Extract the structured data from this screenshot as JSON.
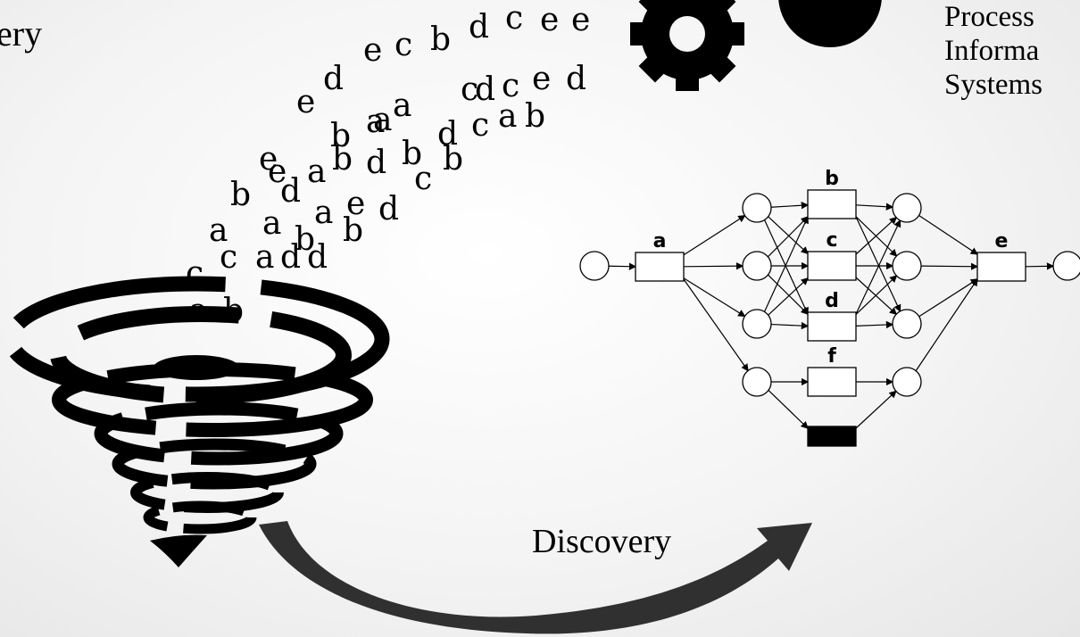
{
  "left_label": "ery",
  "right_heading": {
    "lines": [
      "Process",
      "Informa",
      "Systems"
    ]
  },
  "discovery_label": "Discovery",
  "event_letters": [
    "d",
    "c",
    "e",
    "e",
    "e",
    "c",
    "b",
    "e",
    "d",
    "e",
    "d",
    "c",
    "d",
    "c",
    "a",
    "a",
    "e",
    "b",
    "a",
    "b",
    "a",
    "b",
    "b",
    "e",
    "b",
    "d",
    "a",
    "d",
    "b",
    "d",
    "c",
    "c",
    "a",
    "e",
    "d",
    "a",
    "a",
    "b",
    "b",
    "c",
    "a",
    "d",
    "d",
    "c",
    "a",
    "b"
  ],
  "petri_net": {
    "transitions": [
      "a",
      "b",
      "c",
      "d",
      "f",
      "e"
    ]
  },
  "colors": {
    "ink": "#000000",
    "arrow": "#303030"
  }
}
